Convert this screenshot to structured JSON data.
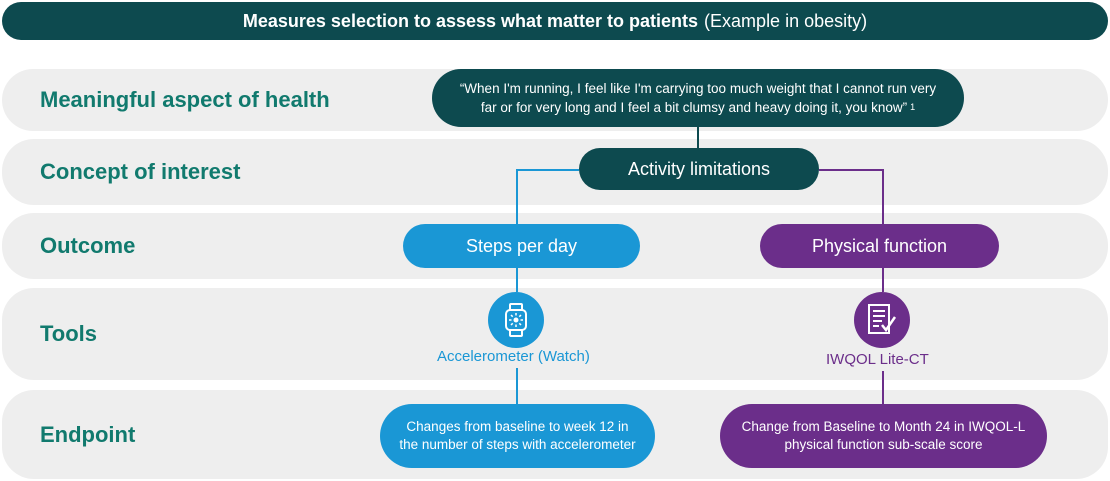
{
  "banner": {
    "title_bold": "Measures selection to assess what matter to patients",
    "title_light": "(Example in obesity)"
  },
  "rows": {
    "meaningful": "Meaningful aspect of health",
    "concept": "Concept of interest",
    "outcome": "Outcome",
    "tools": "Tools",
    "endpoint": "Endpoint"
  },
  "quote": {
    "text": "“When I'm running, I feel like I'm carrying too much weight that I cannot run very far or for very long and I feel a bit clumsy and heavy doing it, you know”",
    "footnote": "1"
  },
  "concept": {
    "label": "Activity limitations"
  },
  "outcomes": {
    "left": "Steps per day",
    "right": "Physical function"
  },
  "tools": {
    "left": {
      "label": "Accelerometer (Watch)",
      "icon": "smartwatch-icon"
    },
    "right": {
      "label": "IWQOL Lite-CT",
      "icon": "checklist-icon"
    }
  },
  "endpoints": {
    "left": "Changes from baseline to week 12 in the number of steps with accelerometer",
    "right": "Change from Baseline to Month 24 in IWQOL-L physical function sub-scale score"
  },
  "colors": {
    "dark_teal": "#0d4a4f",
    "label_green": "#117a6e",
    "blue": "#1a97d5",
    "purple": "#6b2e8a",
    "row_bg": "#eeeeee"
  }
}
